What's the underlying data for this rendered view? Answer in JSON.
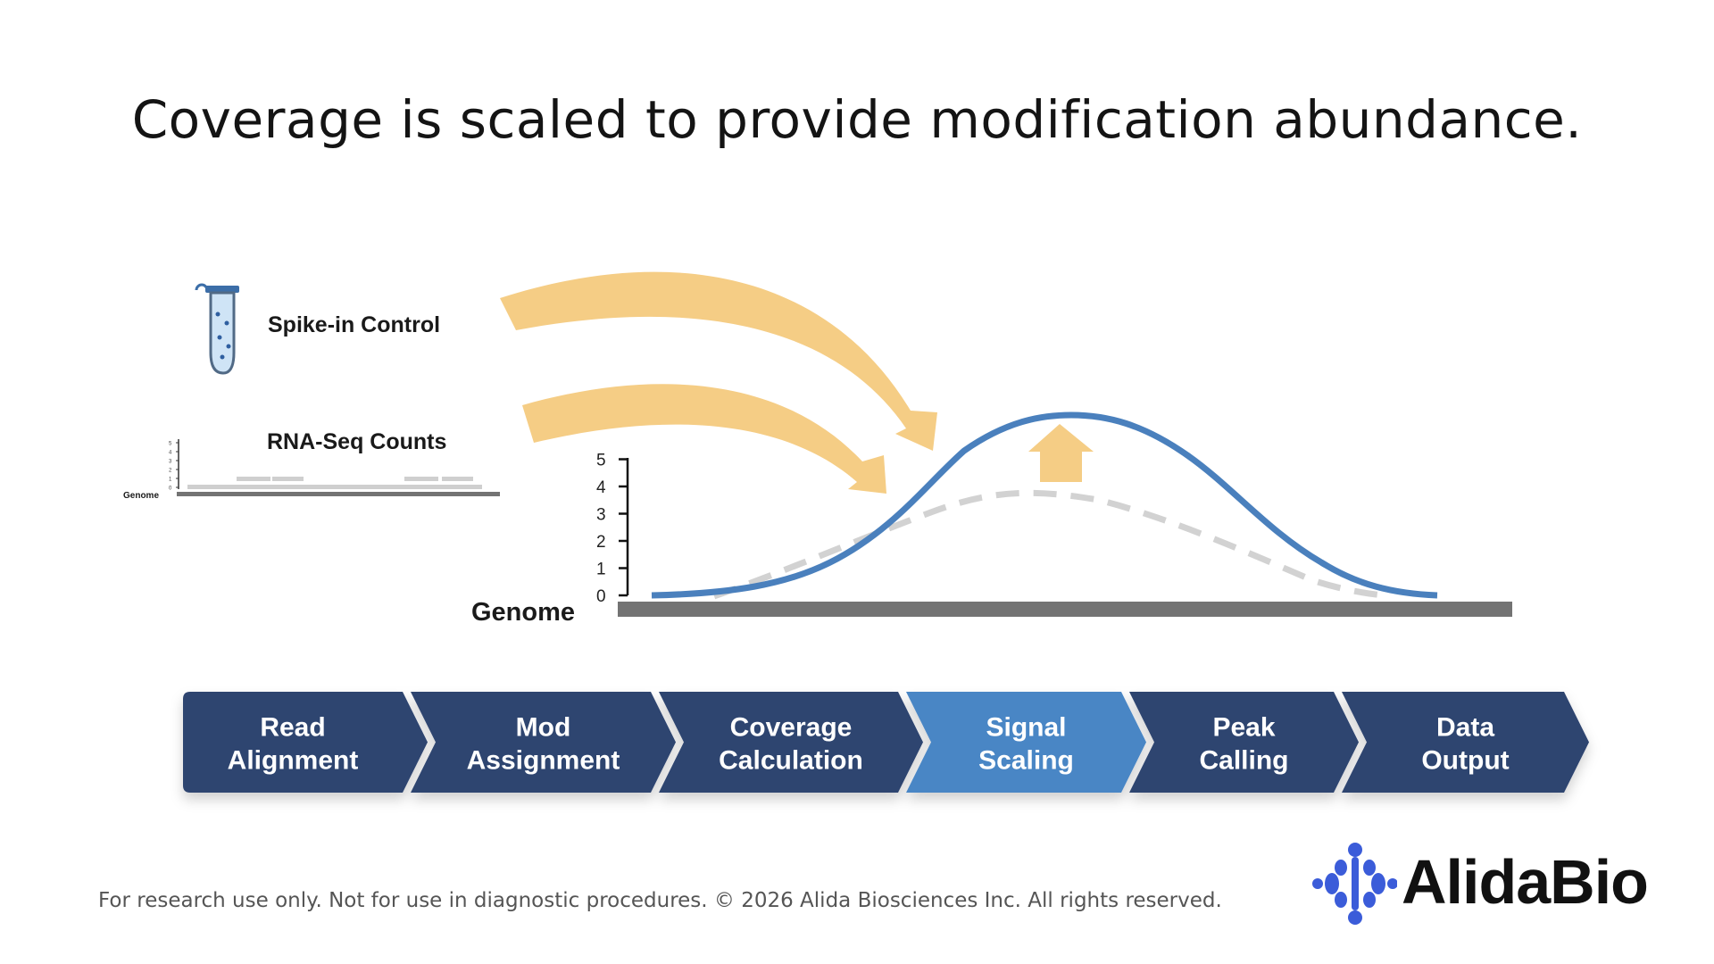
{
  "title": "Coverage is scaled to provide modification abundance.",
  "labels": {
    "spike_in": "Spike-in Control",
    "rnaseq": "RNA-Seq Counts",
    "genome_main": "Genome",
    "genome_small": "Genome"
  },
  "axis": {
    "ticks": [
      "0",
      "1",
      "2",
      "3",
      "4",
      "5"
    ],
    "mini_ticks": [
      "0",
      "1",
      "2",
      "3",
      "4",
      "5"
    ]
  },
  "pipeline": {
    "steps": [
      {
        "line1": "Read",
        "line2": "Alignment",
        "active": false
      },
      {
        "line1": "Mod",
        "line2": "Assignment",
        "active": false
      },
      {
        "line1": "Coverage",
        "line2": "Calculation",
        "active": false
      },
      {
        "line1": "Signal",
        "line2": "Scaling",
        "active": true
      },
      {
        "line1": "Peak",
        "line2": "Calling",
        "active": false
      },
      {
        "line1": "Data",
        "line2": "Output",
        "active": false
      }
    ]
  },
  "colors": {
    "dark_step": "#2f4470",
    "active_step": "#4a86c5",
    "arrow": "#f5cd85",
    "curve": "#4a80bd",
    "dashed": "#d2d2d2",
    "genome_bar": "#737373",
    "logo_blue": "#3b5cd9"
  },
  "footer": "For research use only. Not for use in diagnostic procedures. © 2026 Alida Biosciences Inc. All rights reserved.",
  "logo": {
    "text": "AlidaBio",
    "icon": "dna-helix-icon"
  }
}
